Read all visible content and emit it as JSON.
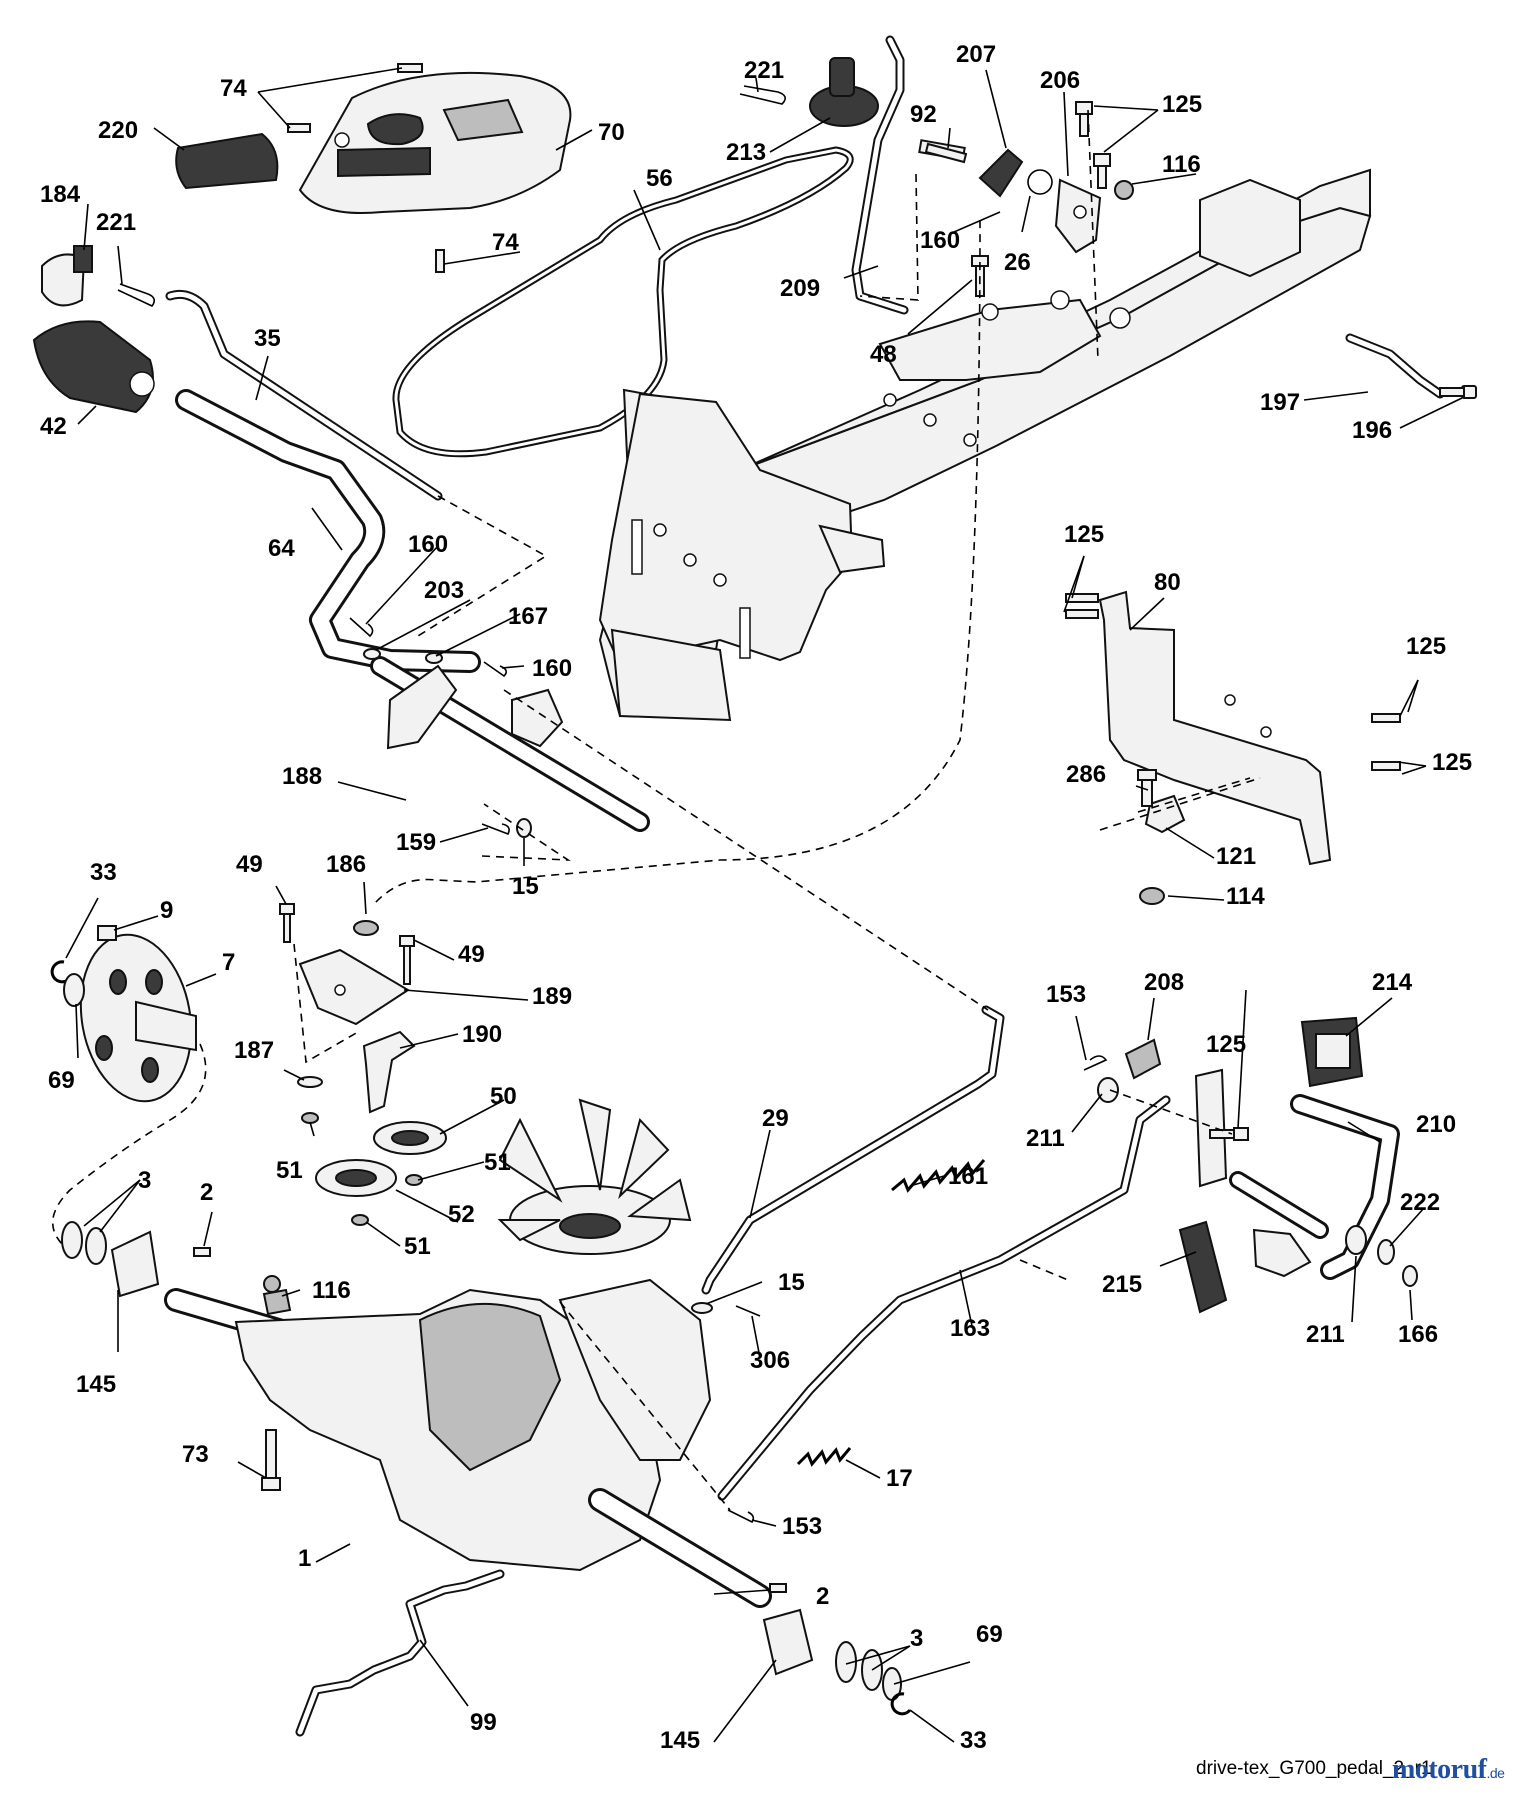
{
  "diagram": {
    "reference_code": "drive-tex_G700_pedal_2_r1",
    "brand": {
      "name": "motoruf",
      "domain": ".de",
      "color_primary": "#1f4fa0",
      "color_accent": "#d2232a"
    },
    "labels": {
      "l1": "1",
      "l2a": "2",
      "l2b": "2",
      "l3a": "3",
      "l3b": "3",
      "l7": "7",
      "l9": "9",
      "l15a": "15",
      "l15b": "15",
      "l17": "17",
      "l26": "26",
      "l29": "29",
      "l33a": "33",
      "l33b": "33",
      "l35": "35",
      "l42": "42",
      "l48": "48",
      "l49a": "49",
      "l49b": "49",
      "l50": "50",
      "l51a": "51",
      "l51b": "51",
      "l51c": "51",
      "l52": "52",
      "l56": "56",
      "l64": "64",
      "l69a": "69",
      "l69b": "69",
      "l70": "70",
      "l73": "73",
      "l74a": "74",
      "l74b": "74",
      "l80": "80",
      "l92": "92",
      "l99": "99",
      "l114": "114",
      "l116a": "116",
      "l116b": "116",
      "l121": "121",
      "l125a": "125",
      "l125b": "125",
      "l125c": "125",
      "l125d": "125",
      "l125e": "125",
      "l145a": "145",
      "l145b": "145",
      "l153a": "153",
      "l153b": "153",
      "l159": "159",
      "l160a": "160",
      "l160b": "160",
      "l160c": "160",
      "l161": "161",
      "l163": "163",
      "l166": "166",
      "l167": "167",
      "l184": "184",
      "l186": "186",
      "l187": "187",
      "l188": "188",
      "l189": "189",
      "l190": "190",
      "l196": "196",
      "l197": "197",
      "l203": "203",
      "l206": "206",
      "l207": "207",
      "l208": "208",
      "l209": "209",
      "l210": "210",
      "l211a": "211",
      "l211b": "211",
      "l213": "213",
      "l214": "214",
      "l215": "215",
      "l220": "220",
      "l221a": "221",
      "l221b": "221",
      "l222": "222",
      "l286": "286",
      "l306": "306"
    }
  }
}
